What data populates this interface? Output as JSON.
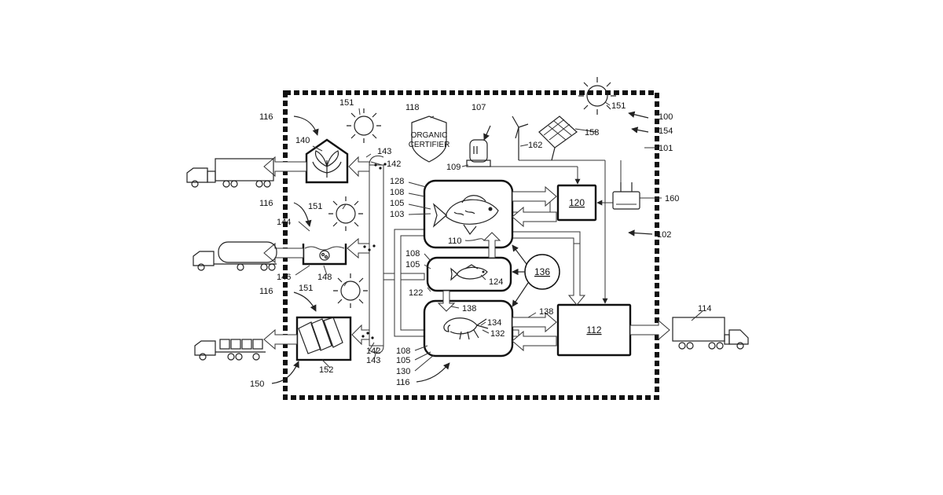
{
  "certifier": {
    "line1": "ORGANIC",
    "line2": "CERTIFIER"
  },
  "refs": {
    "r100": "100",
    "r101": "101",
    "r102": "102",
    "r154": "154",
    "r158": "158",
    "r160": "160",
    "r162": "162",
    "r107": "107",
    "r109": "109",
    "r118": "118",
    "r151a": "151",
    "r151b": "151",
    "r151c": "151",
    "r151d": "151",
    "r116a": "116",
    "r116b": "116",
    "r116c": "116",
    "r116d": "116",
    "r140": "140",
    "r143a": "143",
    "r142a": "142",
    "r144": "144",
    "r146": "146",
    "r148": "148",
    "r150": "150",
    "r152": "152",
    "r142b": "142",
    "r143b": "143",
    "r128": "128",
    "r108a": "108",
    "r105a": "105",
    "r103": "103",
    "r110": "110",
    "r108b": "108",
    "r105b": "105",
    "r124": "124",
    "r122": "122",
    "r136": "136",
    "r138a": "138",
    "r138b": "138",
    "r134": "134",
    "r132": "132",
    "r108c": "108",
    "r105c": "105",
    "r130": "130",
    "r120": "120",
    "r112": "112",
    "r114": "114"
  }
}
